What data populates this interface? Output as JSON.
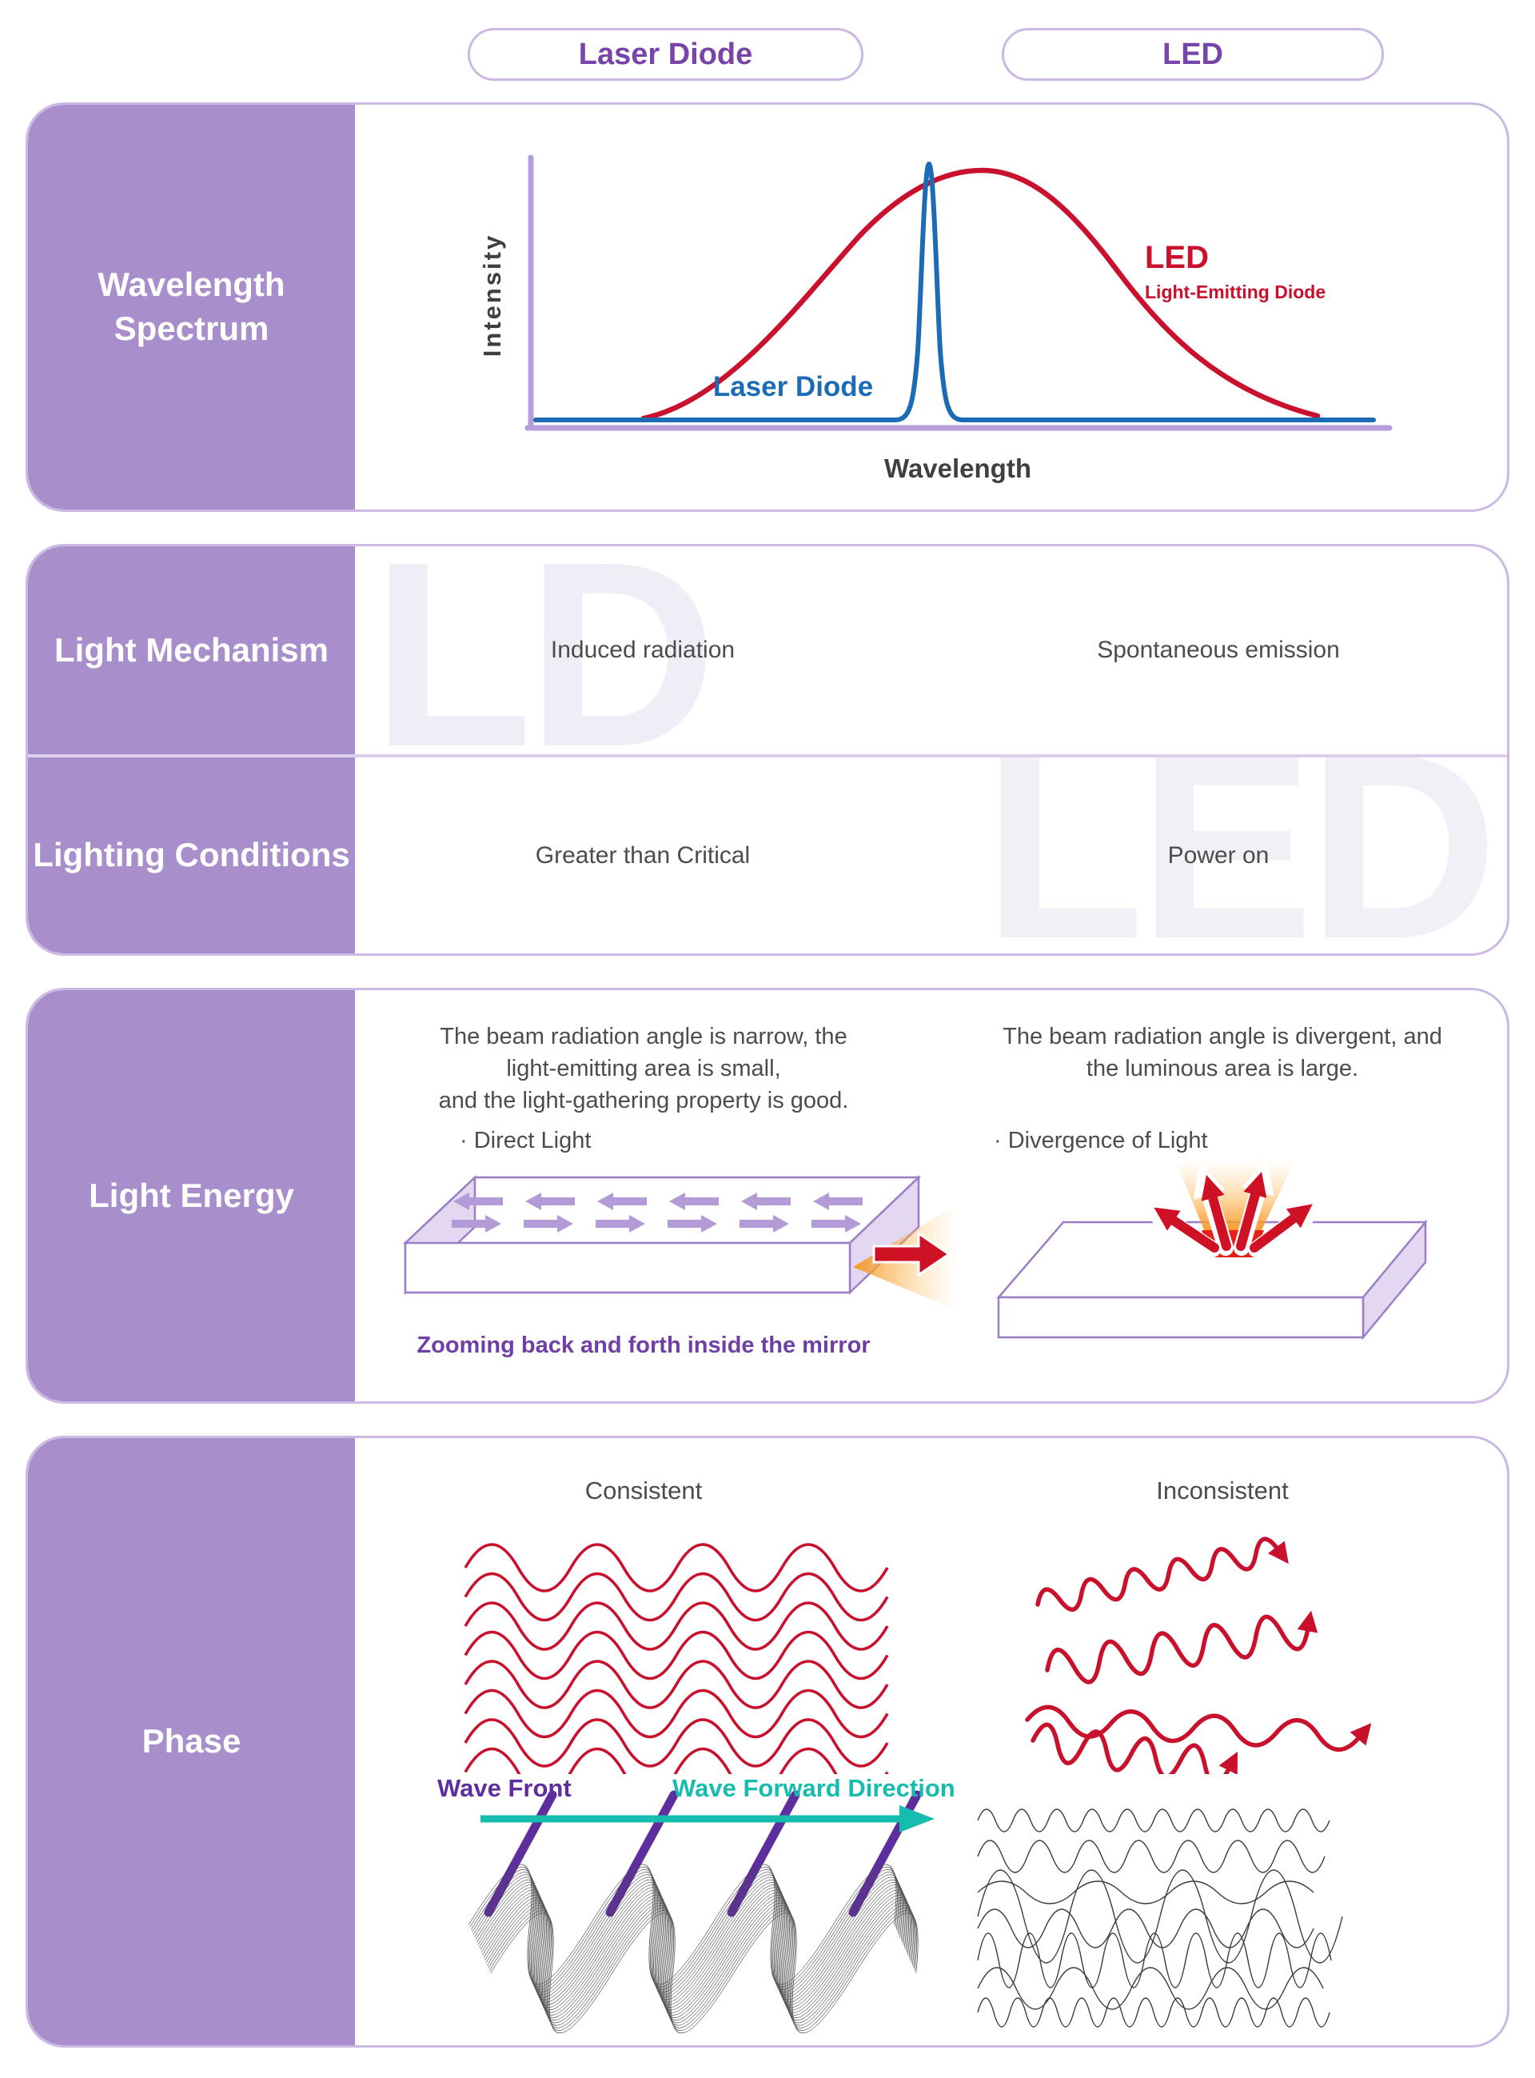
{
  "header": {
    "laser_pill": "Laser Diode",
    "led_pill": "LED"
  },
  "colors": {
    "sidebar_purple": "#a88fcb",
    "border_lavender": "#cbb9e3",
    "pill_text": "#7745a9",
    "text_dark": "#4c4c4c",
    "red": "#c9102d",
    "blue": "#1c6cb5",
    "axis_lavender": "#b69ddc",
    "teal": "#16bcae",
    "wavefront_purple": "#5f2e9e",
    "caption_purple": "#6f3fa6",
    "watermark_gray": "#efeef6",
    "box_stroke_purple": "#9b7fc6",
    "box_face_lavender": "#e3d7f1",
    "glow_orange": "#f7941d"
  },
  "sections": {
    "wavelength_spectrum": {
      "title": "Wavelength Spectrum",
      "y_axis_label": "Intensity",
      "x_axis_label": "Wavelength",
      "led_label": "LED",
      "led_sublabel": "Light-Emitting Diode",
      "laser_label": "Laser Diode"
    },
    "light_mechanism": {
      "title": "Light Mechanism",
      "laser_value": "Induced radiation",
      "led_value": "Spontaneous emission",
      "watermark": "LD"
    },
    "lighting_conditions": {
      "title": "Lighting Conditions",
      "laser_value": "Greater than Critical",
      "led_value": "Power on",
      "watermark": "LED"
    },
    "light_energy": {
      "title": "Light Energy",
      "laser_description": "The beam radiation angle is narrow, the\nlight-emitting area is small,\nand the light-gathering property is good.",
      "laser_bullet": "· Direct Light",
      "laser_caption": "Zooming back and forth inside the mirror",
      "led_description": "The beam radiation angle is divergent, and\nthe luminous area is large.",
      "led_bullet": "· Divergence of Light"
    },
    "phase": {
      "title": "Phase",
      "laser_value": "Consistent",
      "led_value": "Inconsistent",
      "wave_front_label": "Wave Front",
      "wave_direction_label": "Wave Forward Direction"
    }
  },
  "chart_data": {
    "type": "line",
    "title": "Wavelength Spectrum",
    "xlabel": "Wavelength",
    "ylabel": "Intensity",
    "grid": false,
    "legend_position": "inline",
    "xlim": [
      0,
      100
    ],
    "ylim": [
      0,
      1.1
    ],
    "series": [
      {
        "name": "LED (Light-Emitting Diode)",
        "color": "#c9102d",
        "x": [
          0,
          5,
          10,
          15,
          20,
          25,
          30,
          35,
          40,
          45,
          50,
          55,
          60,
          65,
          70,
          75,
          80,
          85,
          90,
          95,
          100
        ],
        "y": [
          0,
          0.01,
          0.03,
          0.08,
          0.16,
          0.28,
          0.43,
          0.61,
          0.77,
          0.9,
          0.98,
          1.0,
          0.95,
          0.83,
          0.66,
          0.47,
          0.29,
          0.15,
          0.06,
          0.02,
          0
        ]
      },
      {
        "name": "Laser Diode",
        "color": "#1c6cb5",
        "x": [
          0,
          40,
          46,
          48,
          49,
          50,
          51,
          52,
          54,
          60,
          100
        ],
        "y": [
          0,
          0,
          0.01,
          0.1,
          0.55,
          1.05,
          0.55,
          0.1,
          0.01,
          0,
          0
        ]
      }
    ]
  }
}
